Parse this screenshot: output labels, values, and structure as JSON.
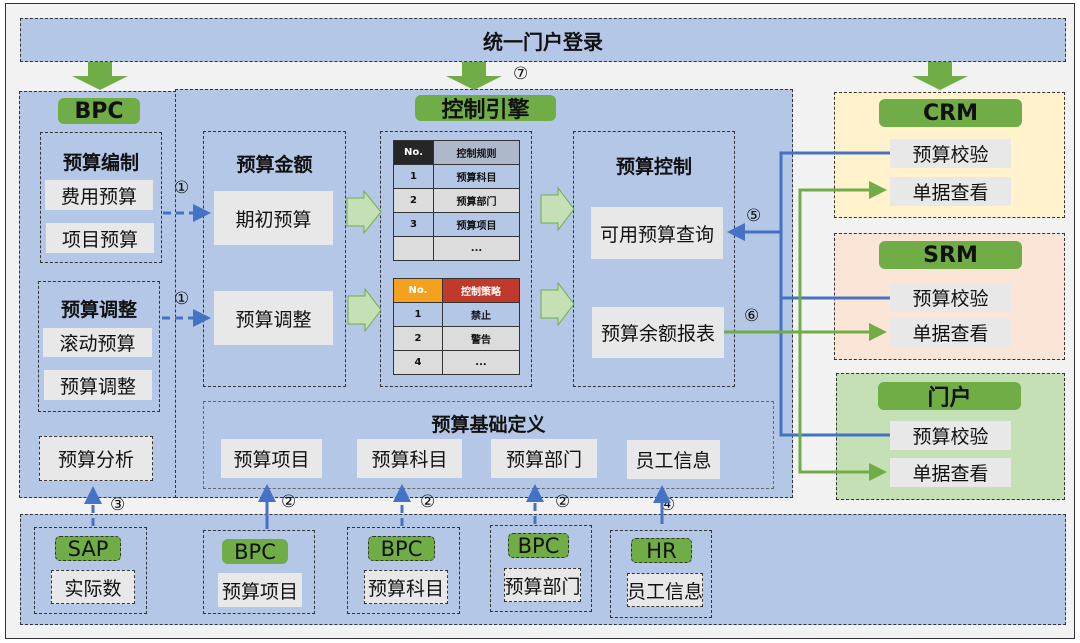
{
  "header": {
    "title": "统一门户登录"
  },
  "bpc": {
    "tag": "BPC",
    "budget_prep": {
      "title": "预算编制",
      "items": [
        "费用预算",
        "项目预算"
      ]
    },
    "budget_adjust": {
      "title": "预算调整",
      "items": [
        "滚动预算",
        "预算调整"
      ]
    },
    "analysis": "预算分析"
  },
  "engine": {
    "tag": "控制引擎",
    "step_marker": "⑦",
    "amount": {
      "title": "预算金额",
      "items": [
        "期初预算",
        "预算调整"
      ]
    },
    "rules_table": {
      "headers": [
        "No.",
        "控制规则"
      ],
      "rows": [
        [
          "1",
          "预算科目"
        ],
        [
          "2",
          "预算部门"
        ],
        [
          "3",
          "预算项目"
        ],
        [
          "",
          "..."
        ]
      ]
    },
    "strategy_table": {
      "headers": [
        "No.",
        "控制策略"
      ],
      "rows": [
        [
          "1",
          "禁止"
        ],
        [
          "2",
          "警告"
        ],
        [
          "4",
          "..."
        ]
      ]
    },
    "control": {
      "title": "预算控制",
      "items": [
        "可用预算查询",
        "预算余额报表"
      ]
    },
    "base_def": {
      "title": "预算基础定义",
      "items": [
        "预算项目",
        "预算科目",
        "预算部门",
        "员工信息"
      ]
    }
  },
  "flow_markers": {
    "m1a": "①",
    "m1b": "①",
    "m2a": "②",
    "m2b": "②",
    "m2c": "②",
    "m3": "③",
    "m4": "④",
    "m5": "⑤",
    "m6": "⑥"
  },
  "right_systems": [
    {
      "tag": "CRM",
      "items": [
        "预算校验",
        "单据查看"
      ],
      "bg": "#fff2cc"
    },
    {
      "tag": "SRM",
      "items": [
        "预算校验",
        "单据查看"
      ],
      "bg": "#fbe5d6"
    },
    {
      "tag": "门户",
      "items": [
        "预算校验",
        "单据查看"
      ],
      "bg": "#c5e0b4"
    }
  ],
  "sources": [
    {
      "tag": "SAP",
      "item": "实际数"
    },
    {
      "tag": "BPC",
      "item": "预算项目"
    },
    {
      "tag": "BPC",
      "item": "预算科目"
    },
    {
      "tag": "BPC",
      "item": "预算部门"
    },
    {
      "tag": "HR",
      "item": "员工信息"
    }
  ],
  "colors": {
    "panel_blue": "#b4c7e7",
    "green_tag": "#70ad47",
    "arrow_blue": "#4472c4",
    "arrow_green": "#70ad47",
    "block_arrow_fill": "#c5e0b4",
    "rules_header_dark": "#262626",
    "rules_header_grey": "#adb9ca",
    "strategy_header_orange": "#f4a21e",
    "strategy_header_red": "#c0392b"
  }
}
